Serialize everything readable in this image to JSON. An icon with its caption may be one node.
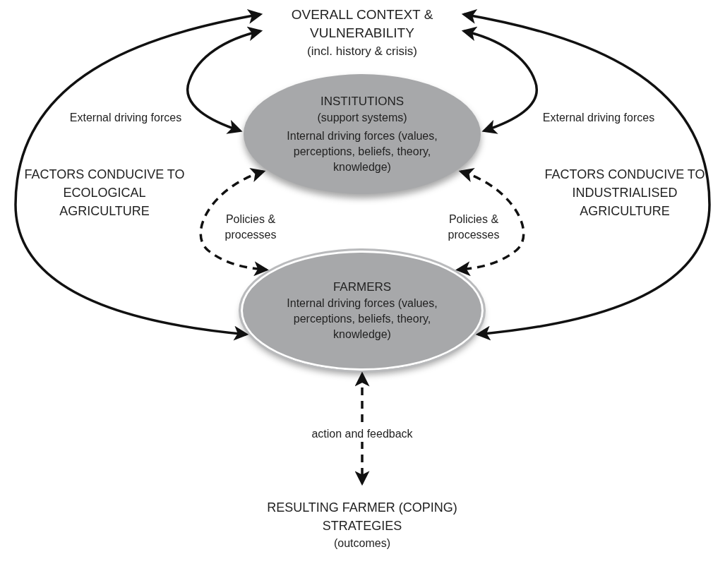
{
  "diagram": {
    "nodes": [
      {
        "text": [
          "OVERALL CONTEXT & VULNERABILITY",
          "(incl. history & crisis)"
        ]
      },
      {
        "text": [
          "INSTITUTIONS",
          "(support systems)",
          "Internal driving forces (values, perceptions, beliefs, theory, knowledge)"
        ]
      },
      {
        "text": [
          "FARMERS",
          "Internal driving forces (values, perceptions, beliefs, theory, knowledge)"
        ]
      },
      {
        "text": [
          "RESULTING FARMER (COPING) STRATEGIES",
          "(outcomes)"
        ]
      }
    ],
    "edges": [
      {
        "from": 2,
        "to": 0,
        "arrow": "both"
      },
      {
        "from": 1,
        "to": 0,
        "arrow": "both",
        "label": "External driving forces"
      },
      {
        "from": 1,
        "to": 0,
        "arrow": "both",
        "label": "External driving forces"
      },
      {
        "from": 2,
        "to": 0,
        "arrow": "both"
      },
      {
        "from": 1,
        "to": 2,
        "arrow": "both",
        "style": "dashed",
        "label": "Policies & processes"
      },
      {
        "from": 1,
        "to": 2,
        "arrow": "both",
        "style": "dashed",
        "label": "Policies & processes"
      },
      {
        "from": 2,
        "to": 3,
        "arrow": "both",
        "style": "dashed",
        "label": "action and feedback"
      }
    ],
    "labels": [
      "FACTORS CONDUCIVE TO ECOLOGICAL AGRICULTURE",
      "FACTORS CONDUCIVE TO INDUSTRIALISED AGRICULTURE"
    ]
  }
}
